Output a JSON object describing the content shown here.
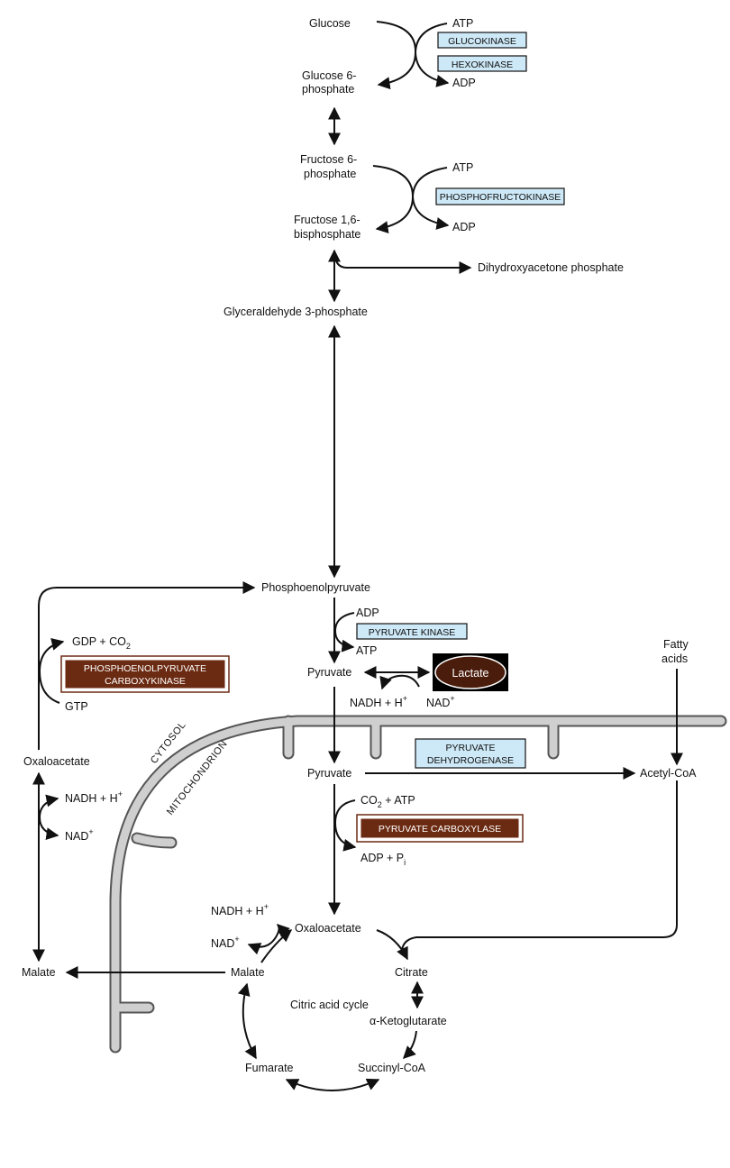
{
  "metabolites": {
    "glucose": "Glucose",
    "g6p_1": "Glucose 6-",
    "g6p_2": "phosphate",
    "f6p_1": "Fructose 6-",
    "f6p_2": "phosphate",
    "f16bp_1": "Fructose 1,6-",
    "f16bp_2": "bisphosphate",
    "dhap": "Dihydroxyacetone phosphate",
    "g3p": "Glyceraldehyde 3-phosphate",
    "pep": "Phosphoenolpyruvate",
    "pyruvate_cyt": "Pyruvate",
    "lactate": "Lactate",
    "oaa_cyt": "Oxaloacetate",
    "malate_cyt": "Malate",
    "pyruvate_mito": "Pyruvate",
    "acetyl_coa": "Acetyl-CoA",
    "fatty_1": "Fatty",
    "fatty_2": "acids",
    "oaa_mito": "Oxaloacetate",
    "malate_mito": "Malate",
    "citrate": "Citrate",
    "akg": "α-Ketoglutarate",
    "succinyl": "Succinyl-CoA",
    "fumarate": "Fumarate",
    "tca": "Citric acid cycle"
  },
  "cofactors": {
    "atp1": "ATP",
    "adp1": "ADP",
    "atp2": "ATP",
    "adp2": "ADP",
    "adp3": "ADP",
    "atp3": "ATP",
    "nadh_lac": "NADH + H",
    "nad_lac": "NAD",
    "gdp": "GDP + CO",
    "gdp_sub": "2",
    "gtp": "GTP",
    "nadh_cyt": "NADH + H",
    "nad_cyt": "NAD",
    "co2atp": "CO",
    "co2atp_sub": "2",
    "co2atp_rest": " + ATP",
    "adppi": "ADP + P",
    "adppi_sub": "i",
    "nadh_mito": "NADH + H",
    "nad_mito": "NAD",
    "plus": "+"
  },
  "enzymes": {
    "glucokinase": "GLUCOKINASE",
    "hexokinase": "HEXOKINASE",
    "pfk": "PHOSPHOFRUCTOKINASE",
    "pk": "PYRUVATE KINASE",
    "pdh_1": "PYRUVATE",
    "pdh_2": "DEHYDROGENASE",
    "pepck_1": "PHOSPHOENOLPYRUVATE",
    "pepck_2": "CARBOXYKINASE",
    "pc": "PYRUVATE CARBOXYLASE"
  },
  "compartments": {
    "cytosol": "CYTOSOL",
    "mitochondrion": "MITOCHONDRION"
  },
  "colors": {
    "enzyme_fill": "#cde8f6",
    "dark_enzyme_fill": "#6b2a12",
    "membrane": "#cfcfcf",
    "lactate_fill": "#4a1c0c"
  }
}
